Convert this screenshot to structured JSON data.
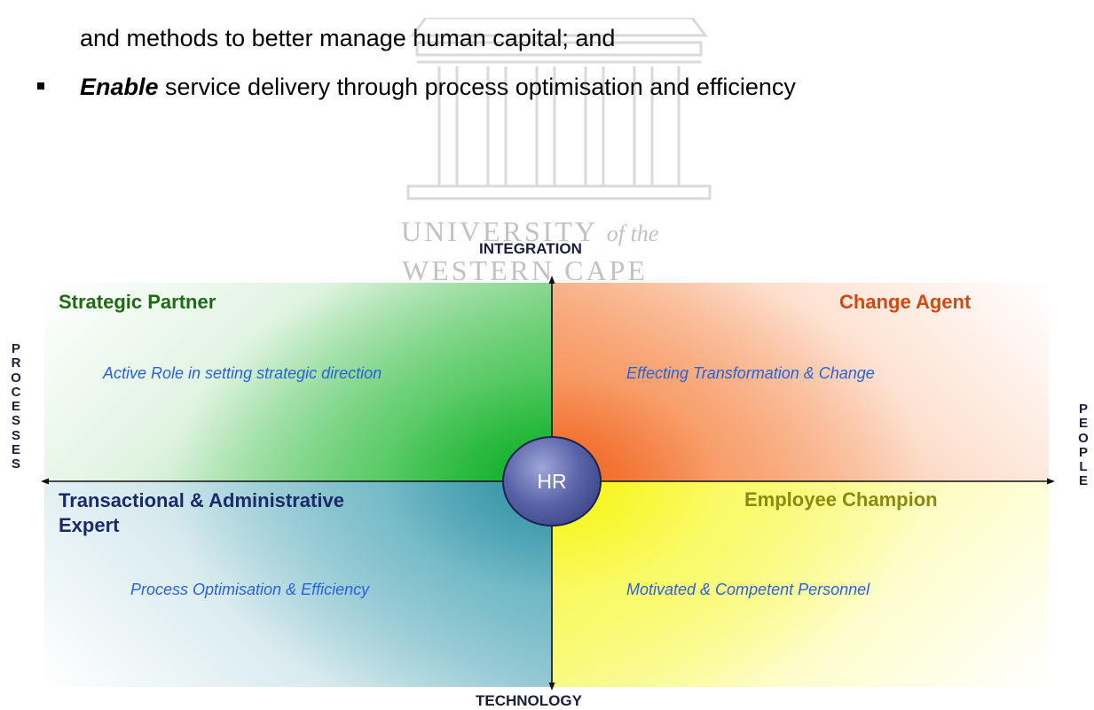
{
  "document": {
    "line_top": "",
    "line2": "and methods to better manage human capital; and",
    "bullet": {
      "emphasis": "Enable",
      "text": " service delivery through process optimisation and efficiency"
    }
  },
  "watermark": {
    "university": "UNIVERSITY",
    "of_the": "of the",
    "cape": "WESTERN CAPE"
  },
  "diagram": {
    "axes": {
      "top": "INTEGRATION",
      "bottom": "TECHNOLOGY",
      "left": "PROCESSES",
      "right": "PEOPLE"
    },
    "center": "HR",
    "quadrants": {
      "top_left": {
        "title": "Strategic Partner",
        "description": "Active Role in setting strategic direction"
      },
      "top_right": {
        "title": "Change Agent",
        "description": "Effecting Transformation & Change"
      },
      "bottom_left": {
        "title_line1": "Transactional & Administrative",
        "title_line2": "Expert",
        "description": "Process Optimisation & Efficiency"
      },
      "bottom_right": {
        "title": "Employee Champion",
        "description": "Motivated & Competent Personnel"
      }
    },
    "colors": {
      "strategic_partner": "#1f6b14",
      "change_agent": "#d24a12",
      "transactional": "#1a2a6a",
      "employee_champion": "#8a8a10",
      "description": "#2a63d8"
    }
  }
}
